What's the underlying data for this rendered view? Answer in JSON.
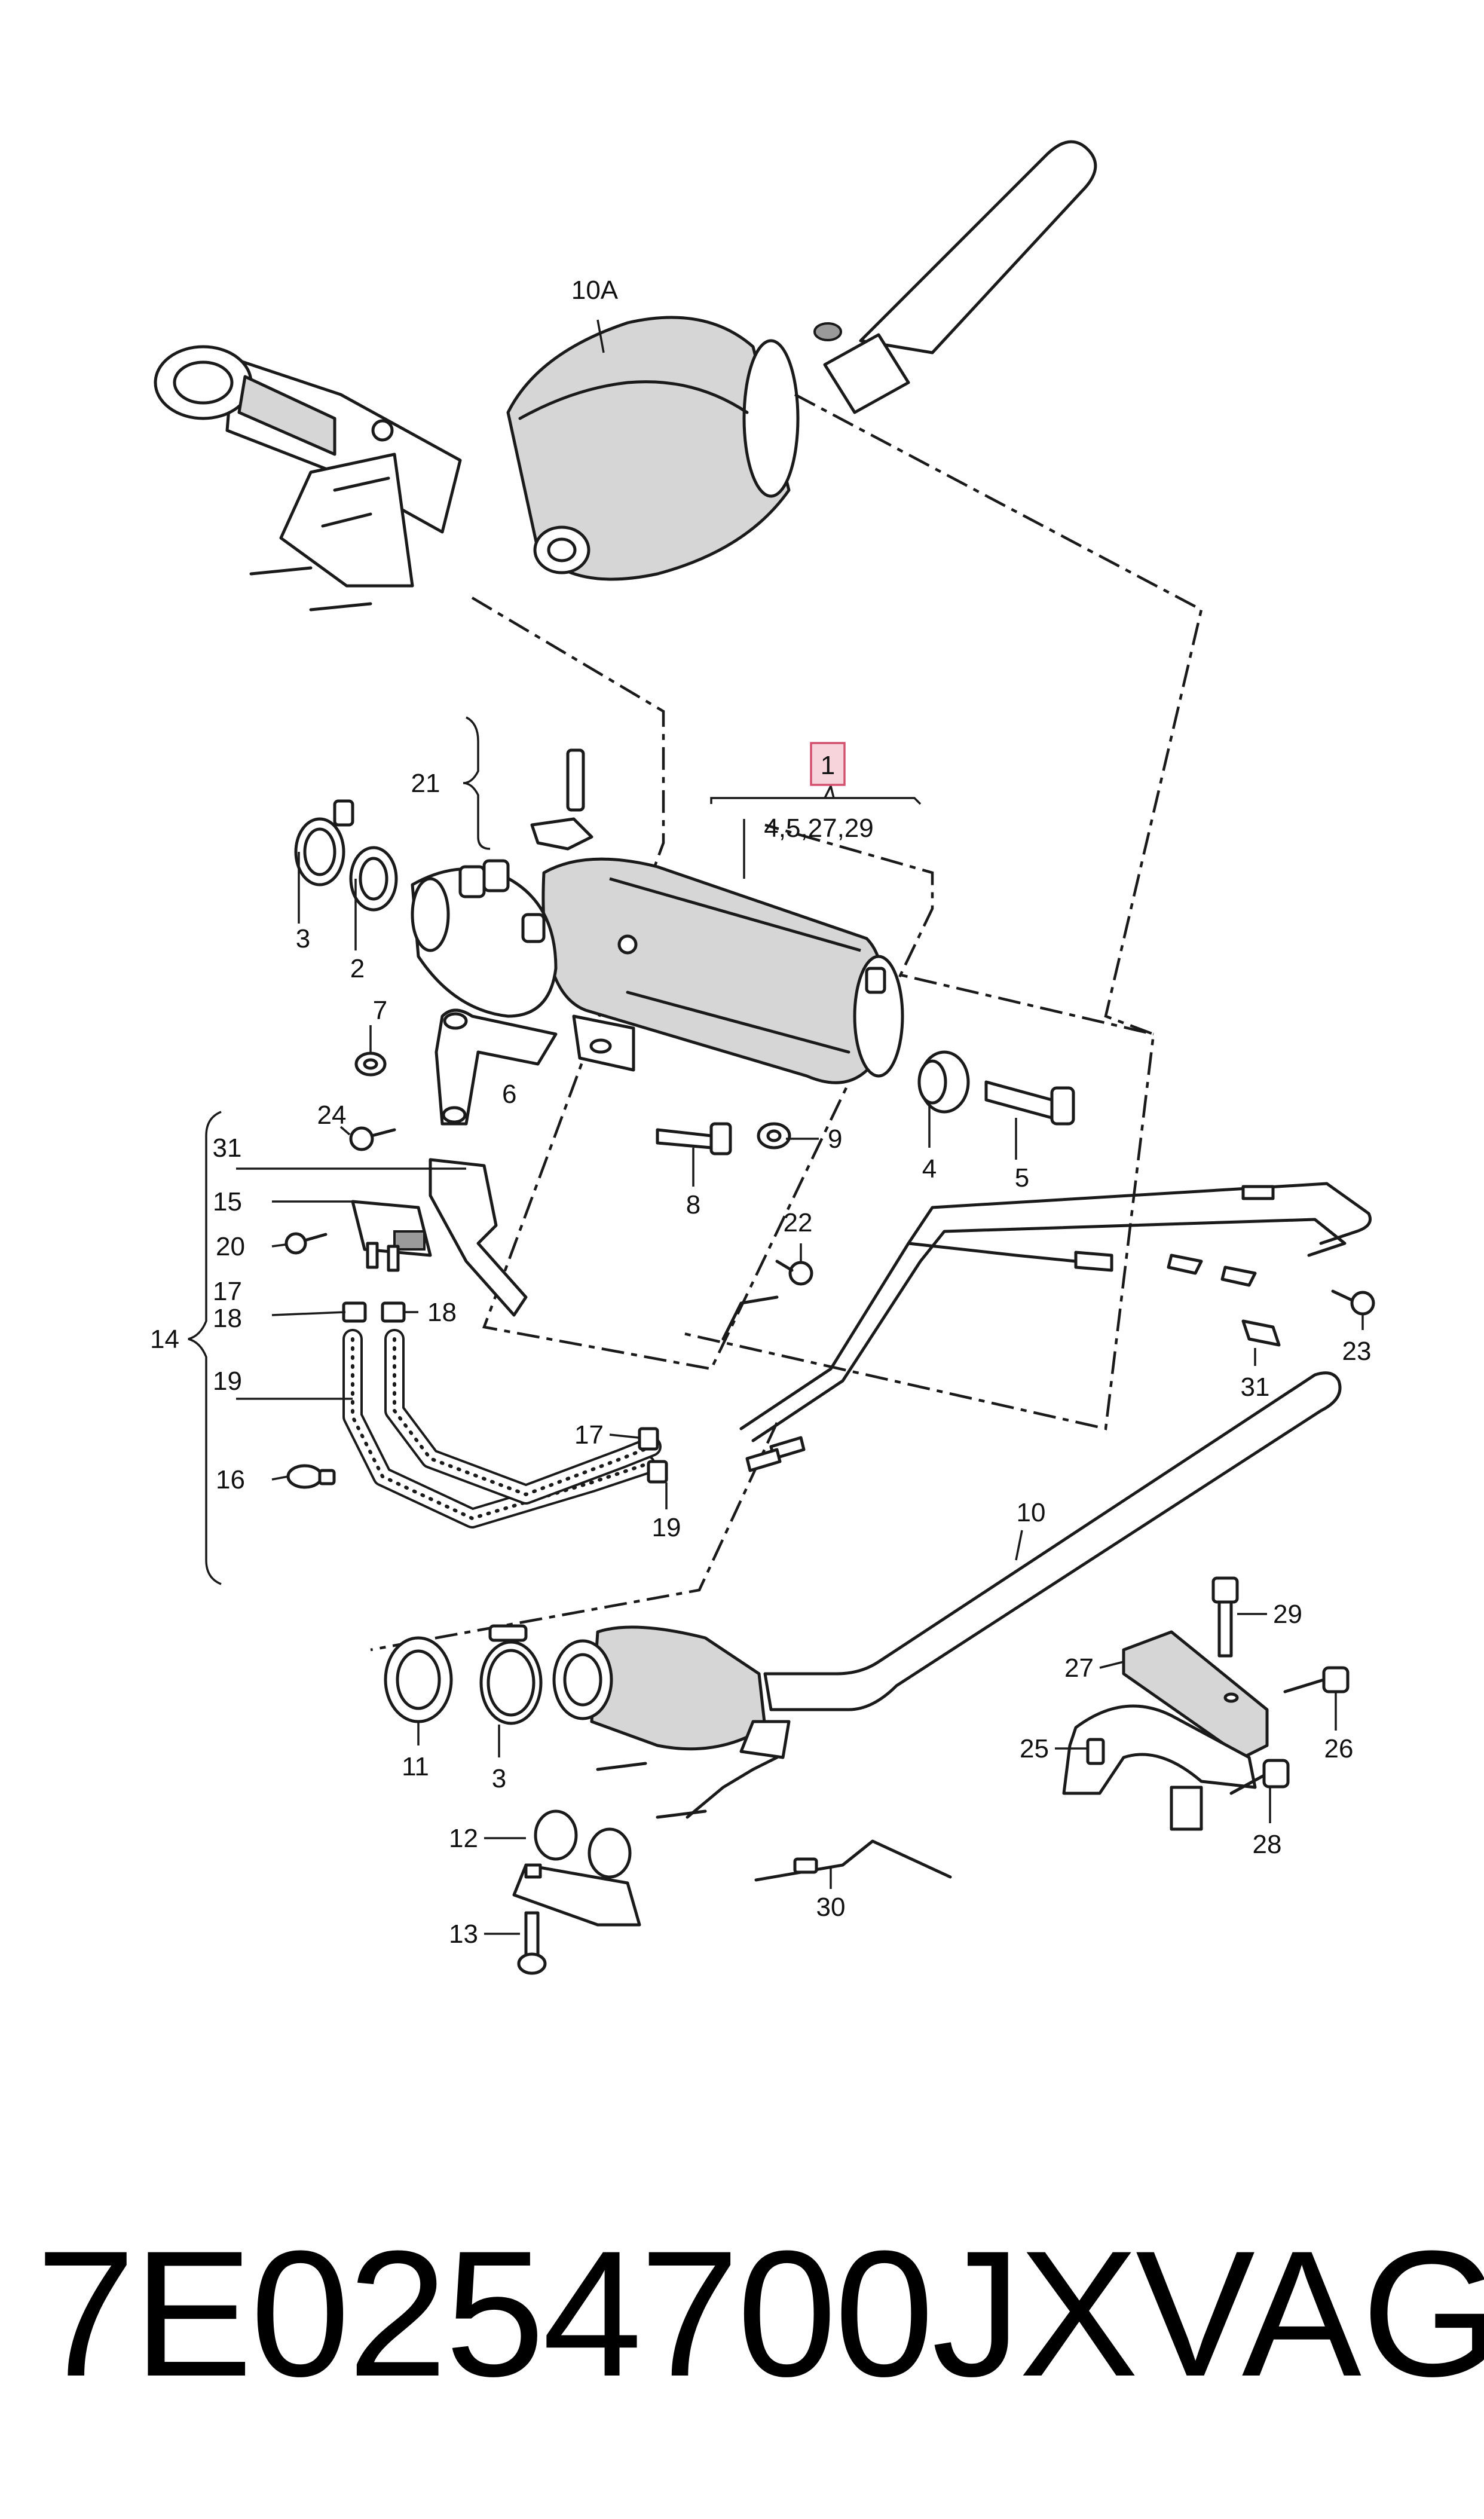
{
  "callouts": {
    "c10A": "10A",
    "c1": "1",
    "c1_sub": "4,5,27,29",
    "c21": "21",
    "c3a": "3",
    "c2": "2",
    "c7": "7",
    "c24": "24",
    "c6": "6",
    "c4": "4",
    "c5": "5",
    "c9": "9",
    "c8": "8",
    "c31a": "31",
    "c15": "15",
    "c20": "20",
    "c17a": "17",
    "c18a": "18",
    "c18b": "18",
    "c14": "14",
    "c19a": "19",
    "c16": "16",
    "c22": "22",
    "c23": "23",
    "c31b": "31",
    "c17b": "17",
    "c19b": "19",
    "c10": "10",
    "c29": "29",
    "c27": "27",
    "c26": "26",
    "c25": "25",
    "c28": "28",
    "c11": "11",
    "c3b": "3",
    "c12": "12",
    "c13": "13",
    "c30": "30"
  },
  "footer": {
    "part_number": "7E0254700JX",
    "brand": "VAG"
  },
  "colors": {
    "highlight": "#f7d4dc",
    "ink": "#1a1a1a"
  }
}
